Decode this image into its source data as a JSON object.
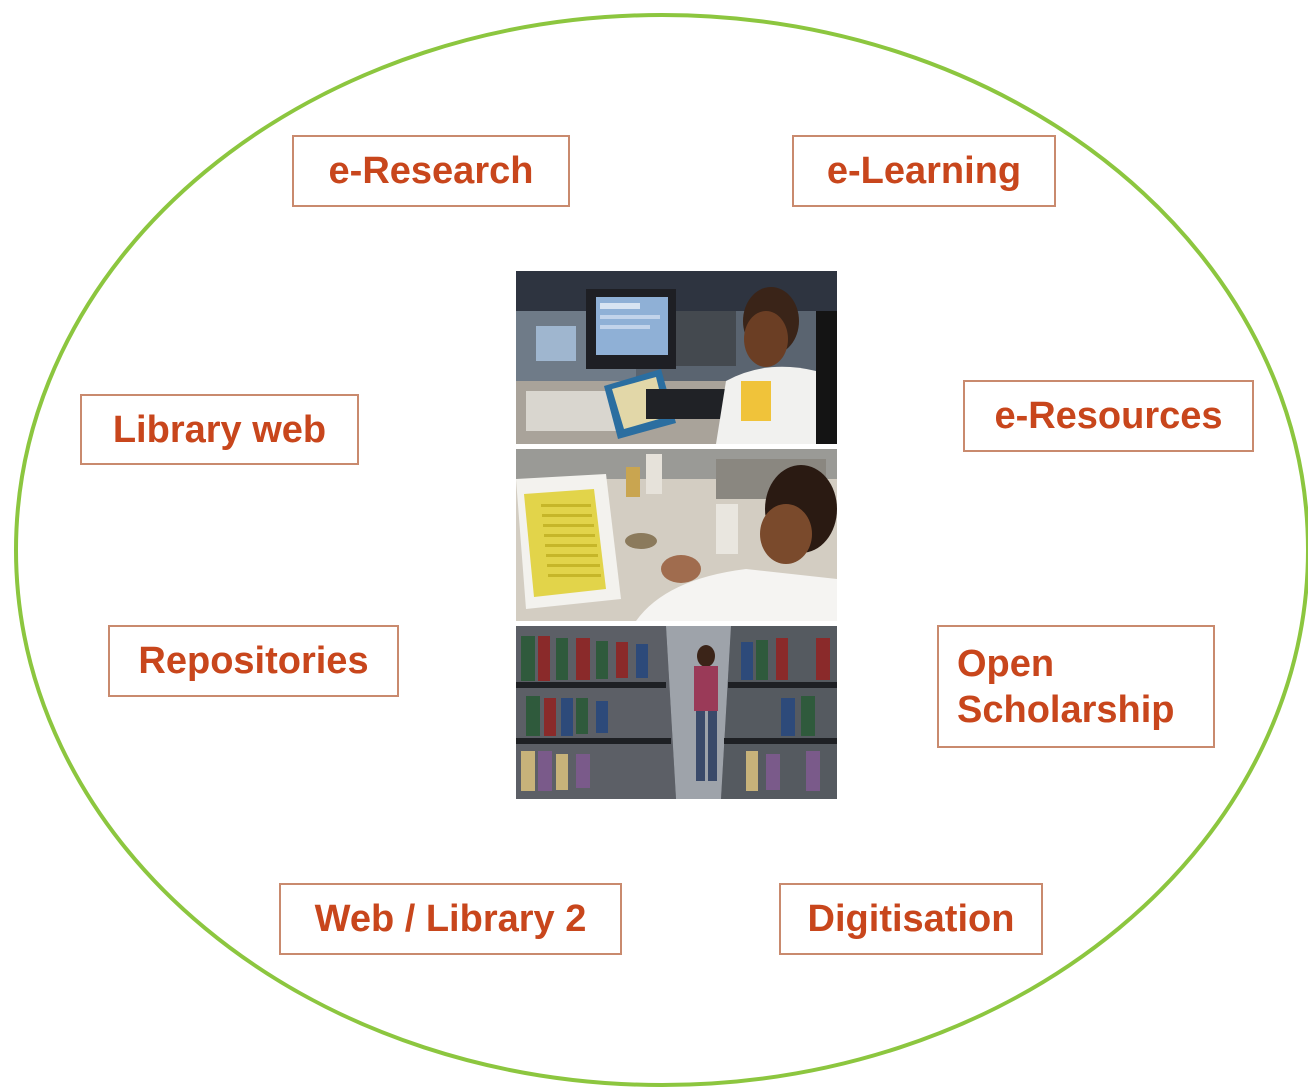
{
  "colors": {
    "ring": "#8cc63f",
    "box_border": "#c98a6e",
    "label_text": "#c8461c"
  },
  "labels": {
    "e_research": "e-Research",
    "e_learning": "e-Learning",
    "library_web": "Library web",
    "e_resources": "e-Resources",
    "repositories": "Repositories",
    "open_scholarship_line1": "Open",
    "open_scholarship_line2": "Scholarship",
    "web_library2": "Web / Library 2",
    "digitisation": "Digitisation"
  },
  "photos": [
    {
      "name": "student-at-computer-photo"
    },
    {
      "name": "laboratory-work-photo"
    },
    {
      "name": "library-bookshelves-photo"
    }
  ]
}
